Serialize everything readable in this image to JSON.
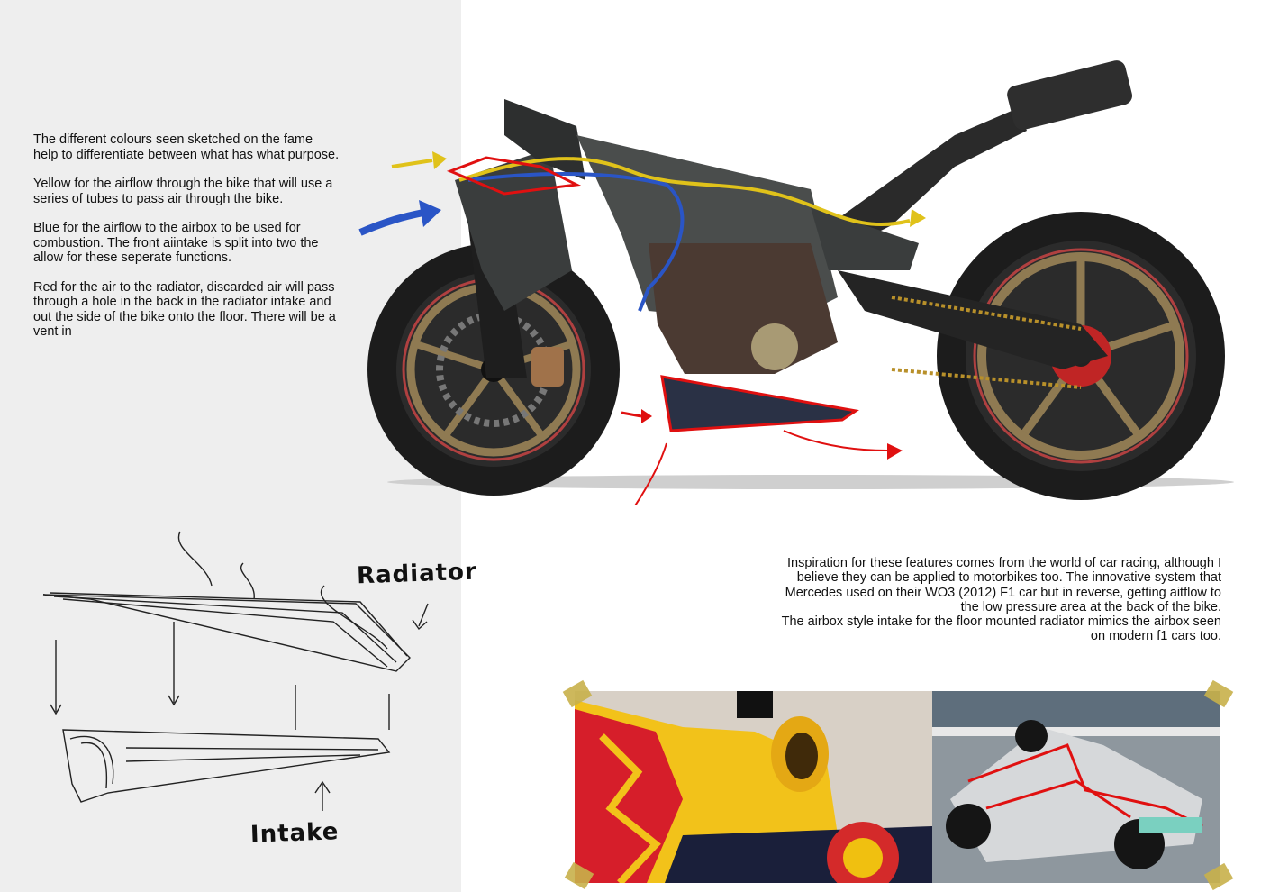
{
  "notes": {
    "p1": "The different colours seen sketched on the fame help to differentiate between what has what purpose.",
    "p2": "Yellow for the airflow through the bike that will use a series of tubes to pass air through the bike.",
    "p3": "Blue for the airflow to the airbox to be used for combustion. The front aiintake is split into two the allow for these seperate functions.",
    "p4": "Red for the air to the radiator, discarded air will pass through a hole in the back in the radiator intake and out the side of the bike onto the floor. There will be a vent in"
  },
  "inspiration": {
    "line1": "Inspiration for these features comes from the world of car racing, although I",
    "line2": "believe they can be applied to motorbikes too. The innovative system that",
    "line3": "Mercedes used on their WO3 (2012) F1 car but in reverse, getting aitflow to",
    "line4": "the low pressure area at the back of the bike.",
    "line5": "The airbox style intake for the floor mounted radiator mimics the airbox seen",
    "line6": "on modern f1 cars too."
  },
  "sketch": {
    "radiator_label": "Radiator",
    "intake_label": "Intake"
  },
  "colors": {
    "panel": "#eeeeee",
    "airflow_yellow": "#e0c21a",
    "airbox_blue": "#2a55c6",
    "radiator_red": "#e01010",
    "tape": "#c8b04a"
  }
}
